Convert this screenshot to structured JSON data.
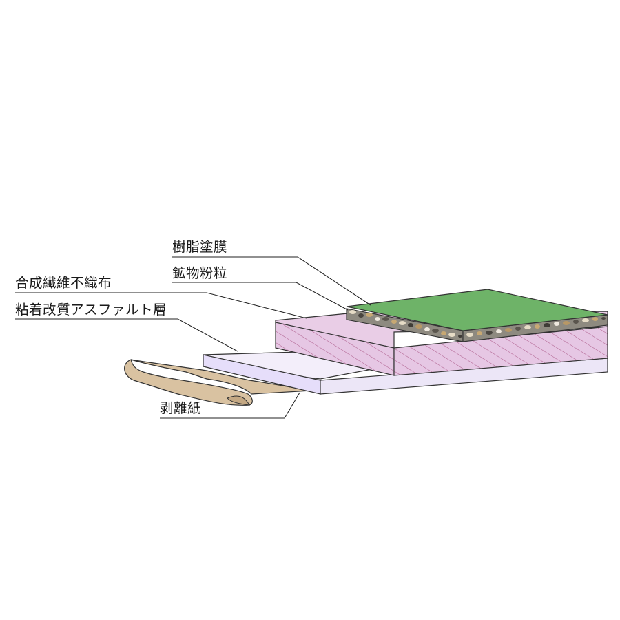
{
  "diagram": {
    "layers": [
      {
        "id": "resin",
        "label": "樹脂塗膜"
      },
      {
        "id": "mineral",
        "label": "鉱物粉粒"
      },
      {
        "id": "fabric",
        "label": "合成繊維不織布"
      },
      {
        "id": "asphalt",
        "label": "粘着改質アスファルト層"
      },
      {
        "id": "release",
        "label": "剥離紙"
      }
    ],
    "colors": {
      "resin": "#6eb368",
      "mineral_base": "#8e8a80",
      "fabric": "#e6c7e4",
      "fabric_hatch": "#b0608f",
      "asphalt": "#ece6f7",
      "release": "#d9c2a1",
      "stroke": "#333333"
    }
  }
}
